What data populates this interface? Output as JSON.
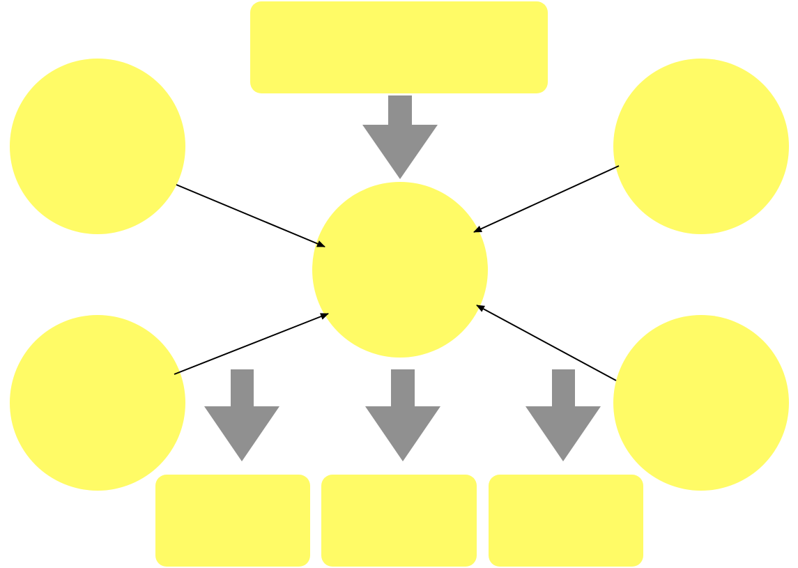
{
  "diagram": {
    "background_color": "#ffffff",
    "shape_fill_color": "#fffb66",
    "block_arrow_color": "#909090",
    "connector_color": "#000000",
    "nodes": [
      {
        "id": "top-box",
        "shape": "rounded-rectangle",
        "text": ""
      },
      {
        "id": "center-circle",
        "shape": "circle",
        "text": ""
      },
      {
        "id": "top-left-circle",
        "shape": "circle",
        "text": ""
      },
      {
        "id": "top-right-circle",
        "shape": "circle",
        "text": ""
      },
      {
        "id": "bottom-left-circle",
        "shape": "circle",
        "text": ""
      },
      {
        "id": "bottom-right-circle",
        "shape": "circle",
        "text": ""
      },
      {
        "id": "bottom-left-box",
        "shape": "rounded-rectangle",
        "text": ""
      },
      {
        "id": "bottom-middle-box",
        "shape": "rounded-rectangle",
        "text": ""
      },
      {
        "id": "bottom-right-box",
        "shape": "rounded-rectangle",
        "text": ""
      }
    ],
    "edges": [
      {
        "from": "top-box",
        "to": "center-circle",
        "style": "block-arrow"
      },
      {
        "from": "top-left-circle",
        "to": "center-circle",
        "style": "thin-arrow"
      },
      {
        "from": "top-right-circle",
        "to": "center-circle",
        "style": "thin-arrow"
      },
      {
        "from": "bottom-left-circle",
        "to": "center-circle",
        "style": "thin-arrow"
      },
      {
        "from": "bottom-right-circle",
        "to": "center-circle",
        "style": "thin-arrow"
      },
      {
        "from": "center-circle",
        "to": "bottom-left-box",
        "style": "block-arrow"
      },
      {
        "from": "center-circle",
        "to": "bottom-middle-box",
        "style": "block-arrow"
      },
      {
        "from": "center-circle",
        "to": "bottom-right-box",
        "style": "block-arrow"
      }
    ]
  }
}
